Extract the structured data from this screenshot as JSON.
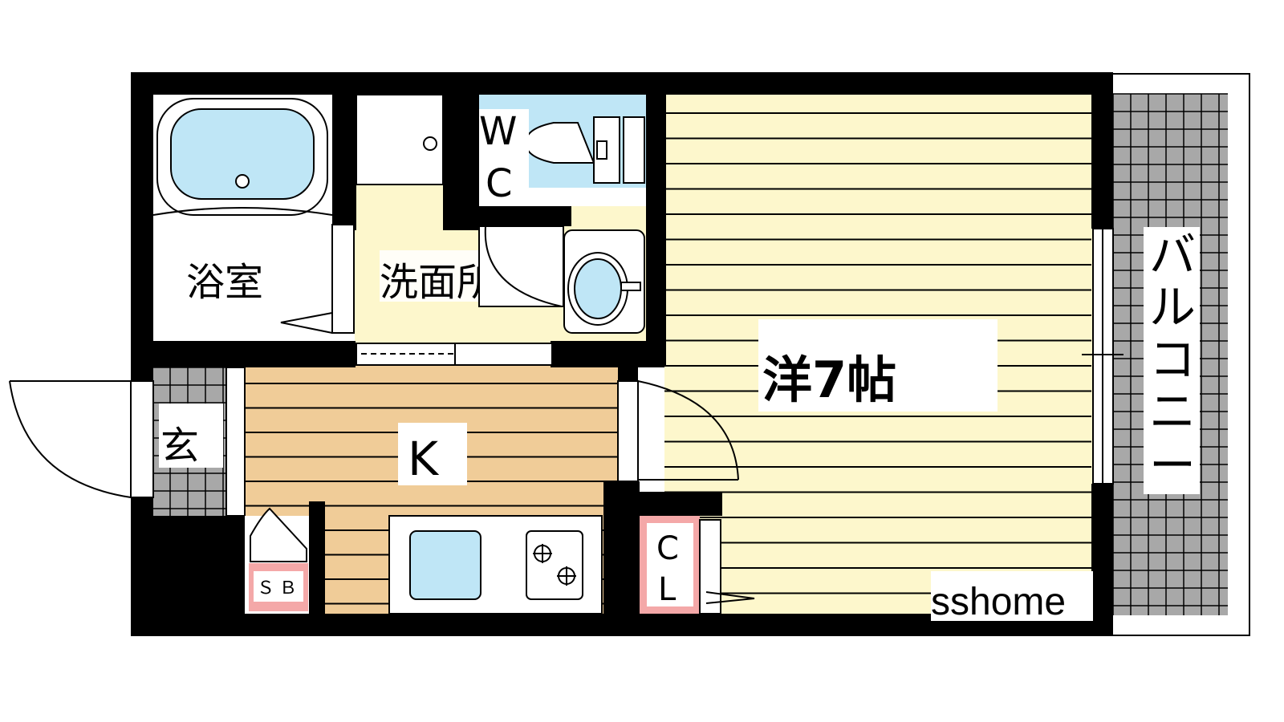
{
  "rooms": {
    "western_room": "洋7帖",
    "kitchen": "K",
    "bathroom": "浴室",
    "washroom": "洗面所",
    "entrance": "玄",
    "balcony": [
      "バ",
      "ル",
      "コ",
      "ニ",
      "ー"
    ]
  },
  "fixtures": {
    "wc_top": "W",
    "wc_bottom": "C",
    "closet_top": "C",
    "closet_bottom": "L",
    "shoe_box": "ＳＢ"
  },
  "brand": "sshome",
  "colors": {
    "wall": "#000000",
    "western_floor": "#fdf7cc",
    "kitchen_floor": "#f0cc98",
    "washroom_floor": "#fdf7cc",
    "fixture_blue": "#bfe6f6",
    "label_pink": "#f4a8a8",
    "tile": "#a8a8a8"
  }
}
